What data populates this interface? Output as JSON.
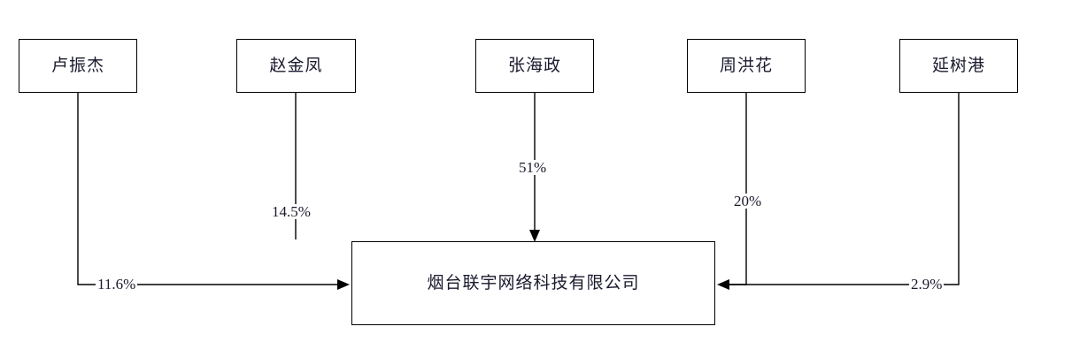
{
  "diagram": {
    "type": "ownership-structure",
    "company": {
      "name": "烟台联宇网络科技有限公司"
    },
    "shareholders": [
      {
        "name": "卢振杰",
        "percent": "11.6%"
      },
      {
        "name": "赵金凤",
        "percent": "14.5%"
      },
      {
        "name": "张海政",
        "percent": "51%"
      },
      {
        "name": "周洪花",
        "percent": "20%"
      },
      {
        "name": "延树港",
        "percent": "2.9%"
      }
    ],
    "colors": {
      "line": "#000000",
      "text": "#1a1a2e",
      "background": "#ffffff"
    }
  }
}
